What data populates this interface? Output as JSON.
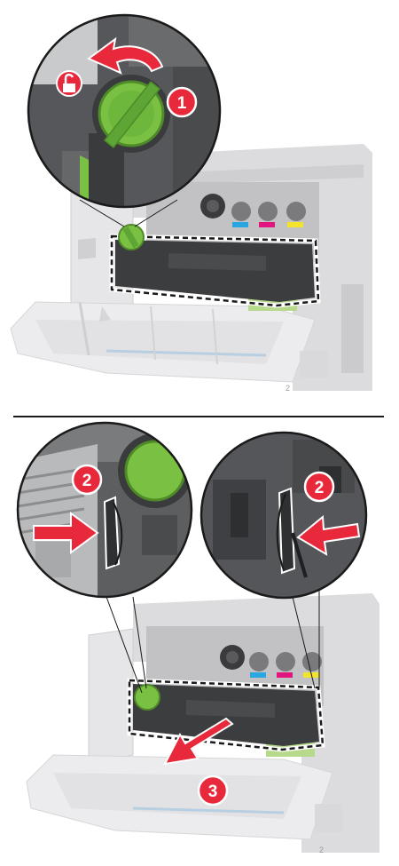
{
  "figure": {
    "steps": {
      "top": "1",
      "bottom_left": "2",
      "bottom_right": "2",
      "bottom_arrow": "3"
    },
    "page_marks": {
      "top": "2",
      "bottom": "2"
    },
    "lock_symbol": "🔓"
  },
  "icons": [
    "unlock-icon",
    "rotate-arrow-icon",
    "push-arrow-icon",
    "pull-out-arrow-icon"
  ],
  "colors": {
    "callout_red": "#e8283b",
    "knob_green": "#7ac143",
    "module_dark": "#3c3d3f",
    "printer_gray": "#d4d4d6",
    "cartridge_magenta": "#e0157e",
    "cartridge_cyan": "#2aa6e0",
    "cartridge_yellow": "#f2e32c"
  }
}
